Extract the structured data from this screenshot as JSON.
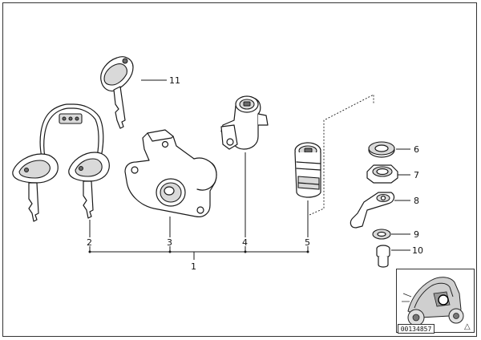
{
  "callouts": {
    "c1": "1",
    "c2": "2",
    "c3": "3",
    "c4": "4",
    "c5": "5",
    "c6": "6",
    "c7": "7",
    "c8": "8",
    "c9": "9",
    "c10": "10",
    "c11": "11"
  },
  "diagram_id": "00134857",
  "corner_mark": "△",
  "icons": {
    "single_key": "key-icon",
    "key_pair": "key-pair-icon",
    "ignition_lock": "ignition-lock-icon",
    "seat_lock": "seat-lock-icon",
    "lock_cylinder": "lock-cylinder-icon",
    "washers": "washer-icon",
    "nut": "nut-icon",
    "lock_lever": "lock-lever-icon",
    "screw": "screw-icon",
    "vehicle": "scooter-icon"
  }
}
